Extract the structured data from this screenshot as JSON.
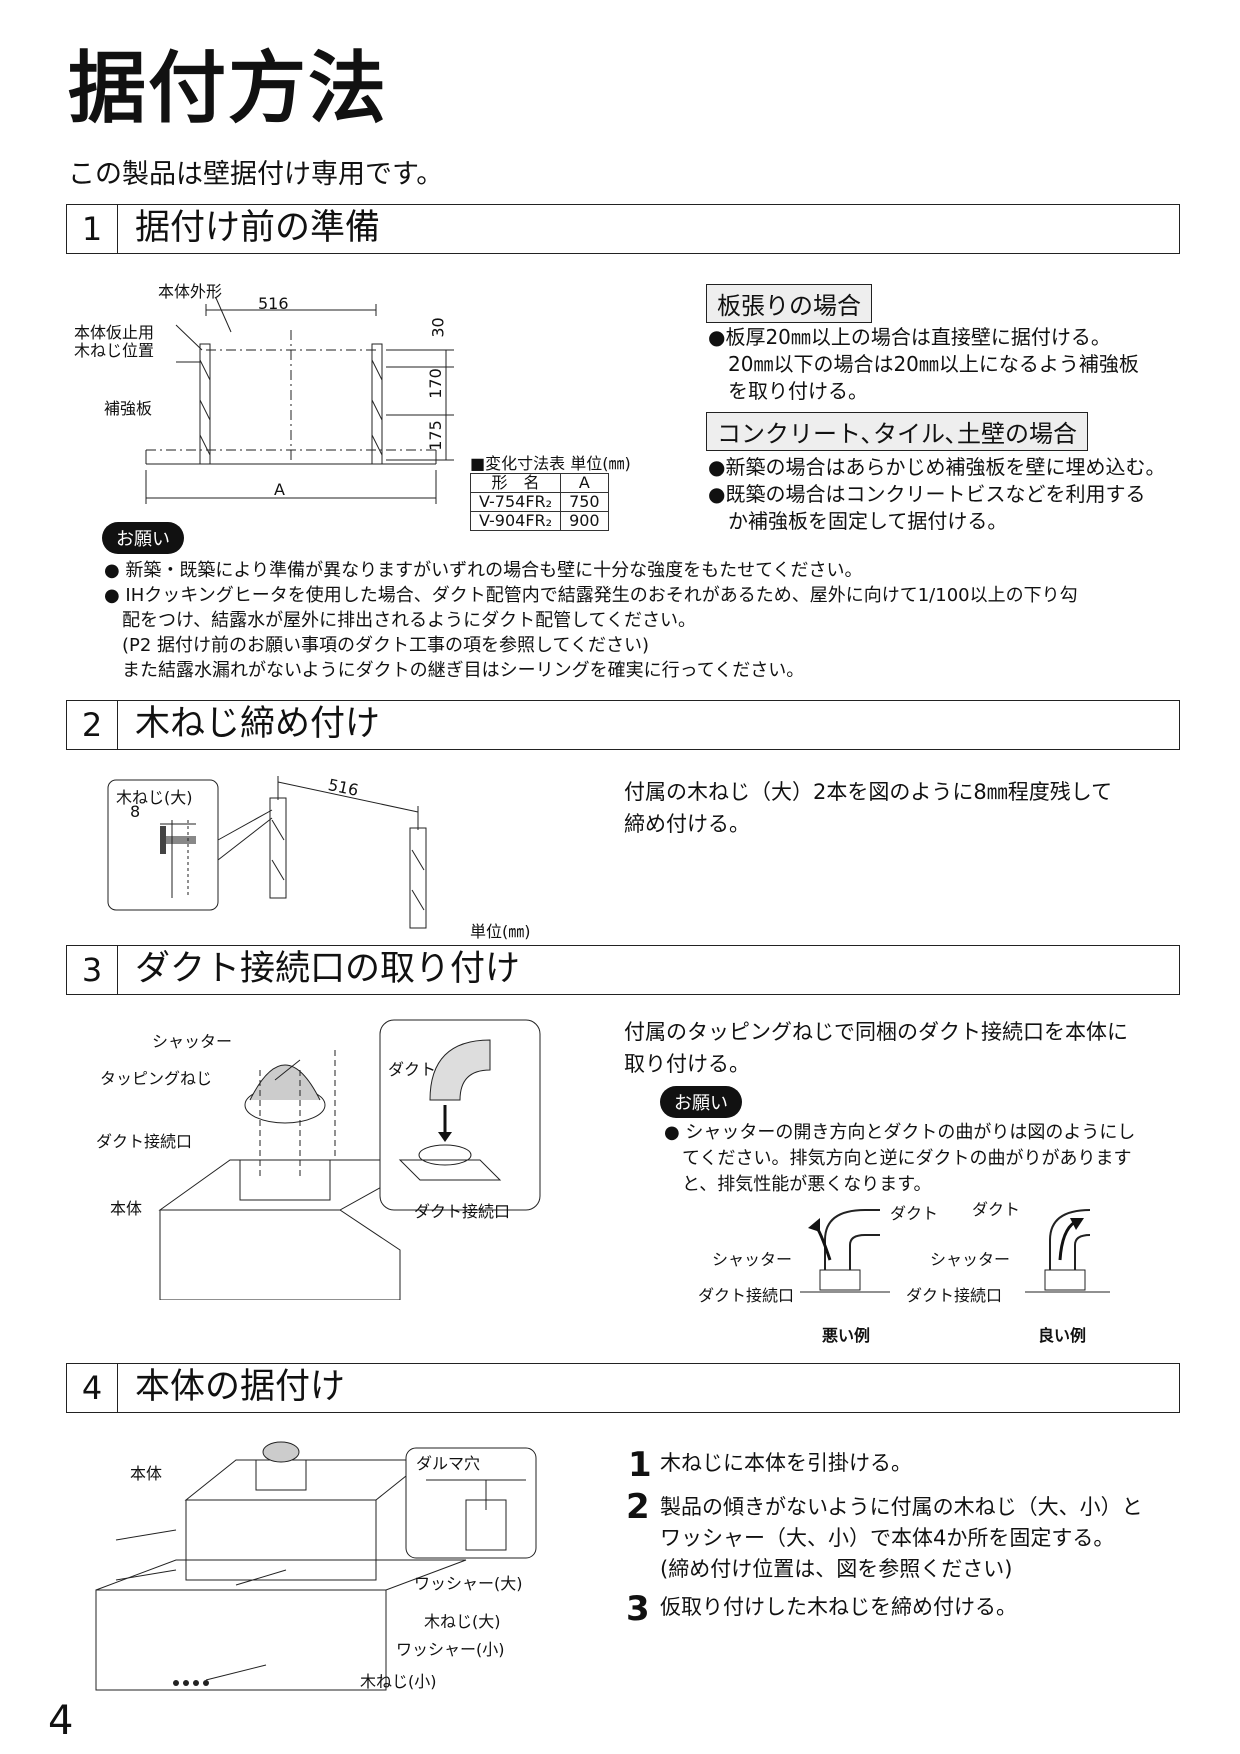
{
  "title": "据付方法",
  "subtitle": "この製品は壁据付け専用です。",
  "sections": [
    {
      "num": "1",
      "title": "据付け前の準備"
    },
    {
      "num": "2",
      "title": "木ねじ締め付け"
    },
    {
      "num": "3",
      "title": "ダクト接続口の取り付け"
    },
    {
      "num": "4",
      "title": "本体の据付け"
    }
  ],
  "s1": {
    "fig": {
      "outline": "本体外形",
      "width": "516",
      "screw_pos": "本体仮止用\n木ねじ位置",
      "reinforce": "補強板",
      "dim30": "30",
      "dim170": "170",
      "dim175": "175",
      "dimA": "A"
    },
    "table": {
      "caption": "■変化寸法表 単位(㎜)",
      "head": [
        "形　名",
        "A"
      ],
      "rows": [
        [
          "V-754FR₂",
          "750"
        ],
        [
          "V-904FR₂",
          "900"
        ]
      ]
    },
    "board_title": "板張りの場合",
    "board_text": [
      "●板厚20㎜以上の場合は直接壁に据付ける。",
      "　20㎜以下の場合は20㎜以上になるよう補強板",
      "　を取り付ける。"
    ],
    "conc_title": "コンクリート､タイル､土壁の場合",
    "conc_text": [
      "●新築の場合はあらかじめ補強板を壁に埋め込む。",
      "●既築の場合はコンクリートビスなどを利用する",
      "　か補強板を固定して据付ける。"
    ],
    "notice_label": "お願い",
    "notice_lines": [
      "● 新築・既築により準備が異なりますがいずれの場合も壁に十分な強度をもたせてください。",
      "● IHクッキングヒータを使用した場合、ダクト配管内で結露発生のおそれがあるため、屋外に向けて1/100以上の下り勾",
      "　配をつけ、結露水が屋外に排出されるようにダクト配管してください。",
      "　(P2 据付け前のお願い事項のダクト工事の項を参照してください)",
      "　また結露水漏れがないようにダクトの継ぎ目はシーリングを確実に行ってください。"
    ]
  },
  "s2": {
    "screw_big": "木ねじ(大)",
    "dim8": "8",
    "dim516": "516",
    "unit": "単位(㎜)",
    "text": [
      "付属の木ねじ（大）2本を図のように8㎜程度残して",
      "締め付ける。"
    ]
  },
  "s3": {
    "shutter": "シャッター",
    "tapping": "タッピングねじ",
    "duct_port": "ダクト接続口",
    "body": "本体",
    "duct": "ダクト",
    "duct_port2": "ダクト接続口",
    "text": [
      "付属のタッピングねじで同梱のダクト接続口を本体に",
      "取り付ける。"
    ],
    "notice_label": "お願い",
    "notice_lines": [
      "● シャッターの開き方向とダクトの曲がりは図のようにし",
      "　てください。排気方向と逆にダクトの曲がりがあります",
      "　と、排気性能が悪くなります。"
    ],
    "bad": {
      "duct": "ダクト",
      "shutter": "シャッター",
      "port": "ダクト接続口",
      "label": "悪い例"
    },
    "good": {
      "duct": "ダクト",
      "shutter": "シャッター",
      "port": "ダクト接続口",
      "label": "良い例"
    }
  },
  "s4": {
    "body": "本体",
    "daruma": "ダルマ穴",
    "washer_big": "ワッシャー(大)",
    "screw_big": "木ねじ(大)",
    "washer_small": "ワッシャー(小)",
    "screw_small": "木ねじ(小)",
    "steps": [
      {
        "n": "1",
        "lines": [
          "木ねじに本体を引掛ける。"
        ]
      },
      {
        "n": "2",
        "lines": [
          "製品の傾きがないように付属の木ねじ（大、小）と",
          "ワッシャー（大、小）で本体4か所を固定する。",
          "(締め付け位置は、図を参照ください)"
        ]
      },
      {
        "n": "3",
        "lines": [
          "仮取り付けした木ねじを締め付ける。"
        ]
      }
    ]
  },
  "page_number": "4"
}
